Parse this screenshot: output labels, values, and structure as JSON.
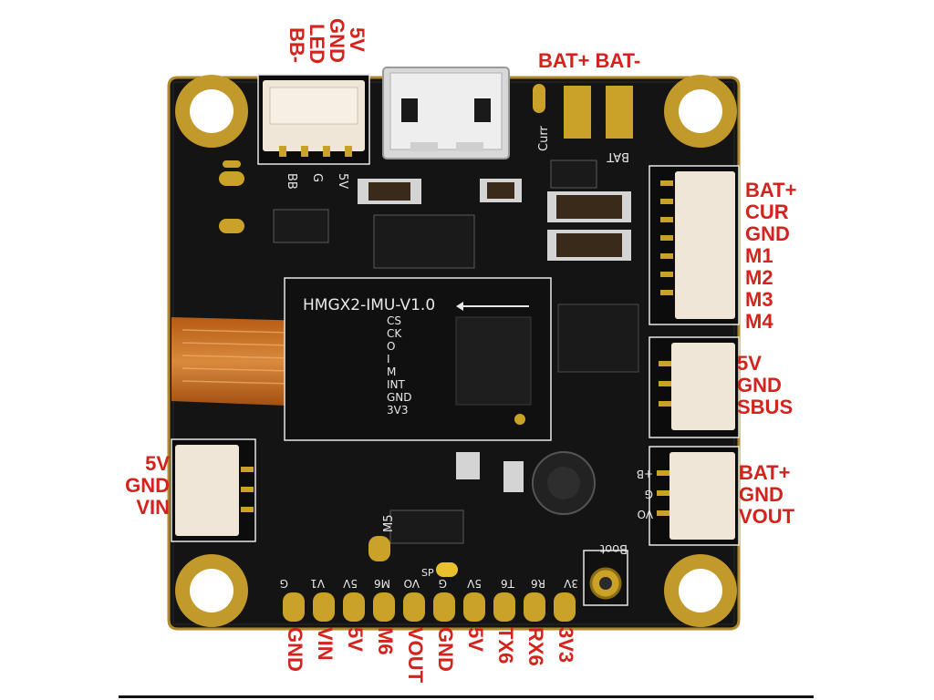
{
  "top_left_labels": [
    "5V",
    "GND",
    "LED",
    "BB-"
  ],
  "top_right_labels": "BAT+ BAT-",
  "right_upper_labels": [
    "BAT+",
    "CUR",
    "GND",
    "M1",
    "M2",
    "M3",
    "M4"
  ],
  "right_middle_labels": [
    "5V",
    "GND",
    "SBUS"
  ],
  "right_lower_labels": [
    "BAT+",
    "GND",
    "VOUT"
  ],
  "left_labels": [
    "5V",
    "GND",
    "VIN"
  ],
  "bottom_labels": [
    "GND",
    "VIN",
    "5V",
    "M6",
    "VOUT",
    "GND",
    "5V",
    "TX6",
    "RX6",
    "3V3"
  ],
  "board_silkscreen": {
    "imu_title": "HMGX2-IMU-V1.0",
    "imu_pins": [
      "CS",
      "CK",
      "O",
      "I",
      "M",
      "INT",
      "GND",
      "3V3"
    ],
    "curr_label": "Curr",
    "bat_label": "BAT",
    "m5_label": "M5",
    "boot_label": "Boot",
    "sp_label": "SP",
    "bottom_pads": [
      "G",
      "V1",
      "5V",
      "M6",
      "VO",
      "G",
      "5V",
      "T6",
      "R6",
      "3V"
    ],
    "top_conn_pins": [
      "BB",
      "G",
      "5V"
    ],
    "right_pads": [
      "+B",
      "G",
      "VO"
    ]
  },
  "colors": {
    "label_red": "#d4221c",
    "pcb_black": "#141414",
    "gold_pad": "#c9a227",
    "connector_white": "#efe6d8",
    "flex_orange": "#c86a1e"
  }
}
